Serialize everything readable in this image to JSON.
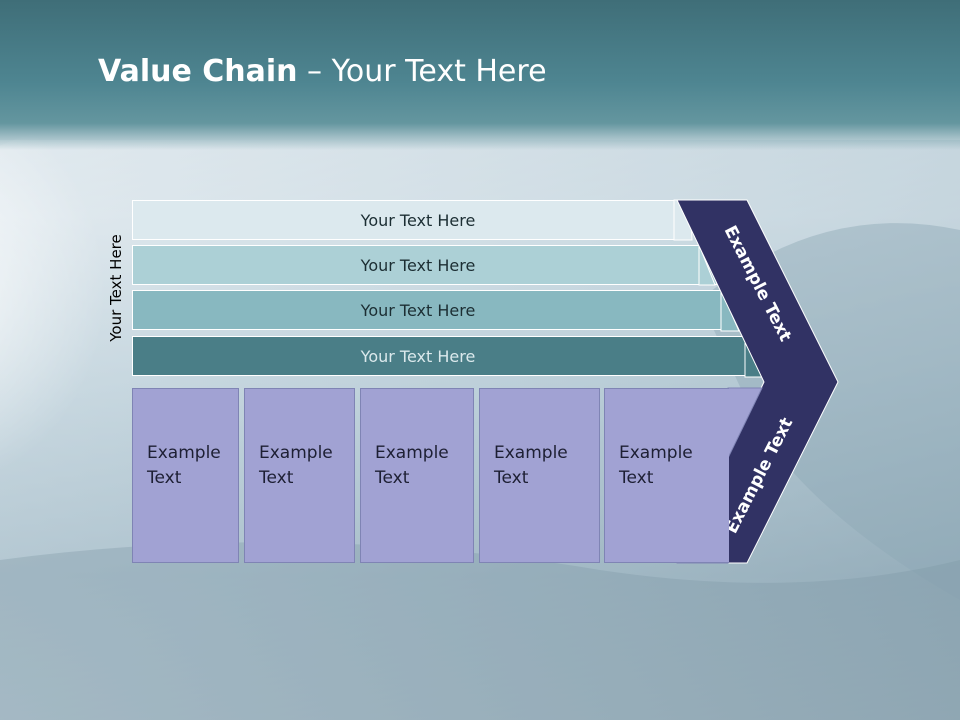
{
  "title": {
    "bold": "Value Chain",
    "rest": " – Your Text Here"
  },
  "side_label": "Your Text Here",
  "bars": [
    {
      "label": "Your Text Here",
      "color": "#dce9ee"
    },
    {
      "label": "Your Text Here",
      "color": "#acd0d6"
    },
    {
      "label": "Your Text Here",
      "color": "#88b8c0"
    },
    {
      "label": "Your Text Here",
      "color": "#4a7e87"
    }
  ],
  "boxes": [
    {
      "line1": "Example",
      "line2": "Text"
    },
    {
      "line1": "Example",
      "line2": "Text"
    },
    {
      "line1": "Example",
      "line2": "Text"
    },
    {
      "line1": "Example",
      "line2": "Text"
    },
    {
      "line1": "Example",
      "line2": "Text"
    }
  ],
  "chevron_top": "Example Text",
  "chevron_bottom": "Example Text",
  "colors": {
    "chevron": "#313264",
    "box": "#a1a2d3",
    "header": "#4a7e87"
  }
}
